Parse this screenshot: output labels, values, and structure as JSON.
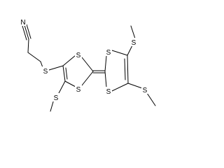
{
  "structure": {
    "atoms": {
      "nitrile_n": "N",
      "thioether_s_left": "S",
      "ring_left_s_top": "S",
      "ring_left_s_bottom": "S",
      "methylthio_s_left": "S",
      "ring_right_s_top": "S",
      "ring_right_s_bottom": "S",
      "methylthio_s_top_right": "S",
      "methylthio_s_bottom_right": "S"
    }
  },
  "colors": {
    "bond": "#000000",
    "atom_label": "#000000",
    "background": "#ffffff"
  }
}
